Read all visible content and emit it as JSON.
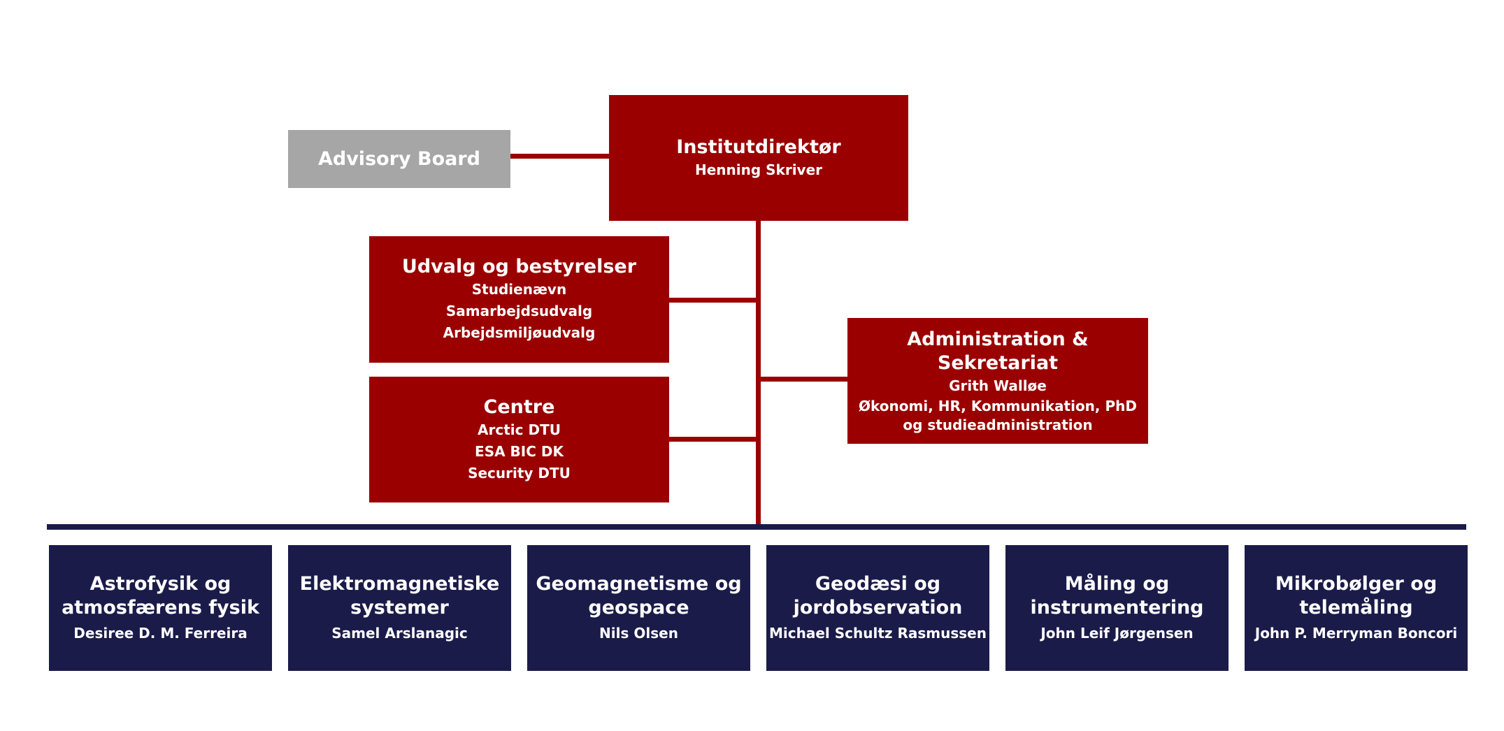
{
  "colors": {
    "red": "#9a0000",
    "navy": "#1b1b4a",
    "grey": "#a6a6a6"
  },
  "advisory_board": {
    "label": "Advisory Board"
  },
  "director": {
    "title": "Institutdirektør",
    "name": "Henning Skriver"
  },
  "committees": {
    "title": "Udvalg og bestyrelser",
    "items": [
      "Studienævn",
      "Samarbejdsudvalg",
      "Arbejdsmiljøudvalg"
    ]
  },
  "centres": {
    "title": "Centre",
    "items": [
      "Arctic DTU",
      "ESA BIC DK",
      "Security DTU"
    ]
  },
  "administration": {
    "title": "Administration & Sekretariat",
    "name": "Grith Walløe",
    "desc": "Økonomi, HR, Kommunikation, PhD\nog studieadministration"
  },
  "departments": [
    {
      "title": "Astrofysik og\natmosfærens fysik",
      "head": "Desiree D. M. Ferreira"
    },
    {
      "title": "Elektromagnetiske\nsystemer",
      "head": "Samel Arslanagic"
    },
    {
      "title": "Geomagnetisme og\ngeospace",
      "head": "Nils Olsen"
    },
    {
      "title": "Geodæsi og\njordobservation",
      "head": "Michael Schultz Rasmussen"
    },
    {
      "title": "Måling og\ninstrumentering",
      "head": "John Leif Jørgensen"
    },
    {
      "title": "Mikrobølger og\ntelemåling",
      "head": "John P. Merryman Boncori"
    }
  ]
}
